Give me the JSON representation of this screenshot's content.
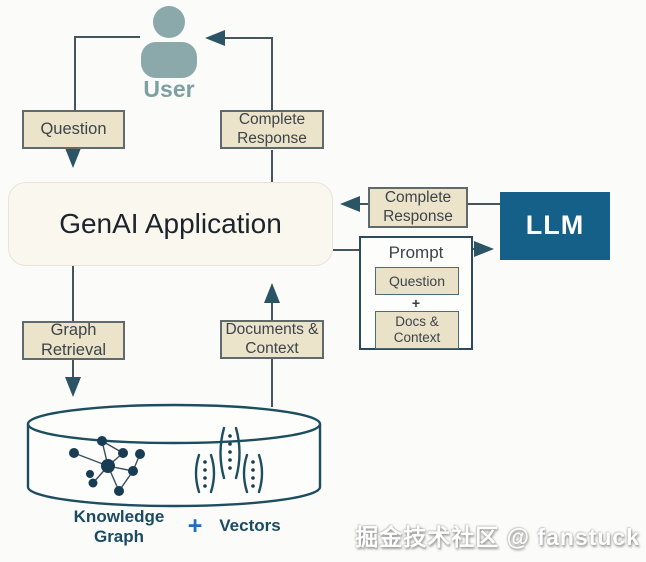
{
  "user": {
    "label": "User",
    "icon": "person-icon"
  },
  "boxes": {
    "question": {
      "label": "Question"
    },
    "complete_response_top": {
      "label": "Complete Response"
    },
    "genai_app": {
      "label": "GenAI Application"
    },
    "complete_response_llm": {
      "label": "Complete Response"
    },
    "llm": {
      "label": "LLM"
    },
    "prompt": {
      "title": "Prompt",
      "question_label": "Question",
      "plus": "+",
      "docs_context_label": "Docs & Context"
    },
    "graph_retrieval": {
      "label": "Graph Retrieval"
    },
    "documents_context": {
      "label": "Documents & Context"
    }
  },
  "database": {
    "knowledge_graph_label": "Knowledge Graph",
    "plus": "+",
    "vectors_label": "Vectors",
    "icons": [
      "database-cylinder-icon",
      "knowledge-graph-icon",
      "vector-brackets-icon"
    ]
  },
  "watermark": "掘金技术社区 @ fanstuck",
  "colors": {
    "llm_box": "#156089",
    "beige_box": "#ebe3ca",
    "genai_box": "#faf7ef",
    "line": "#46545b",
    "arrowhead": "#2b5564",
    "teal_label": "#1b4a63",
    "plus_blue": "#1e6ec2",
    "user_icon": "#8ba8aa",
    "cylinder_border": "#1c4e60",
    "watermark_text": "#ffffff"
  }
}
